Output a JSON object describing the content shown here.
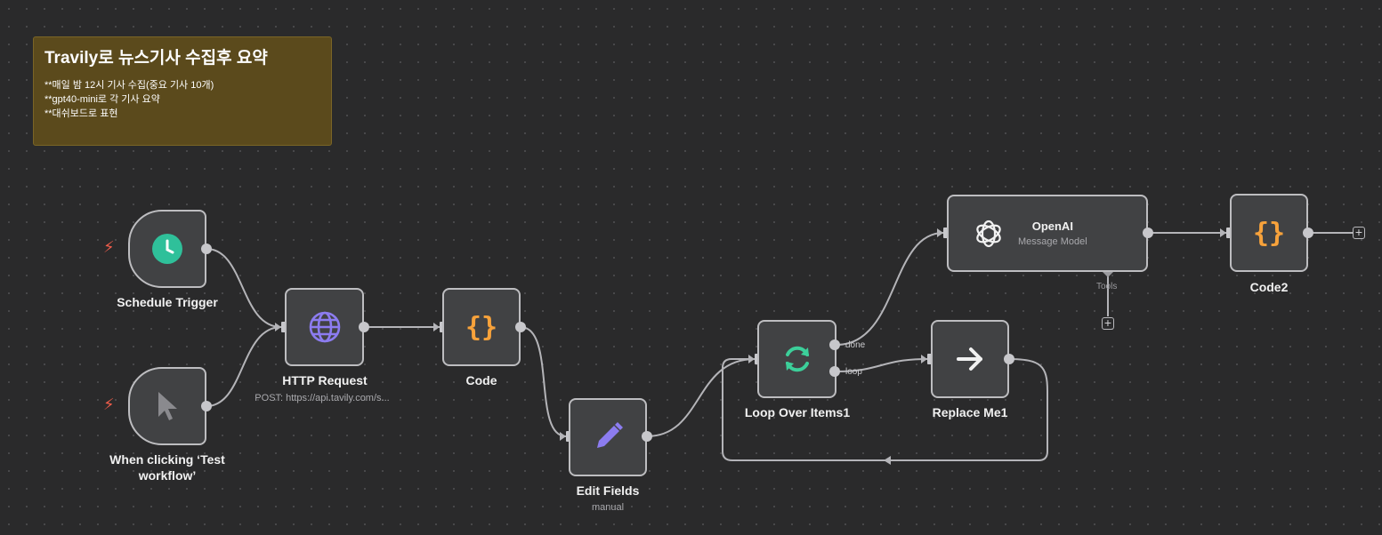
{
  "sticky": {
    "title": "Travily로 뉴스기사 수집후 요약",
    "lines": [
      "**매일 밤 12시 기사 수집(중요 기사 10개)",
      "**gpt40-mini로 각 기사 요약",
      "**대쉬보드로 표현"
    ]
  },
  "nodes": {
    "schedule": {
      "label": "Schedule Trigger",
      "icon": "clock-icon"
    },
    "manual": {
      "label_line1": "When clicking ‘Test",
      "label_line2": "workflow’",
      "icon": "cursor-icon"
    },
    "http": {
      "label": "HTTP Request",
      "sub": "POST: https://api.tavily.com/s...",
      "icon": "globe-icon"
    },
    "code": {
      "label": "Code",
      "icon": "braces-icon",
      "glyph": "{}"
    },
    "edit": {
      "label": "Edit Fields",
      "sub": "manual",
      "icon": "pencil-icon"
    },
    "loop": {
      "label": "Loop Over Items1",
      "out_done": "done",
      "out_loop": "loop",
      "icon": "refresh-icon"
    },
    "replace": {
      "label": "Replace Me1",
      "icon": "arrow-right-icon"
    },
    "openai": {
      "title": "OpenAI",
      "sub": "Message Model",
      "tools": "Tools",
      "icon": "openai-icon"
    },
    "code2": {
      "label": "Code2",
      "icon": "braces-icon",
      "glyph": "{}"
    }
  },
  "colors": {
    "canvas": "#2a2a2b",
    "node_bg": "#414244",
    "clock": "#2fc09a",
    "globe": "#8c7cf0",
    "braces": "#f7a23b",
    "pencil": "#8c7cf0",
    "loop": "#3ccf9a",
    "trigger_bolt": "#ee5c4a",
    "sticky": "#5b4a1c"
  }
}
